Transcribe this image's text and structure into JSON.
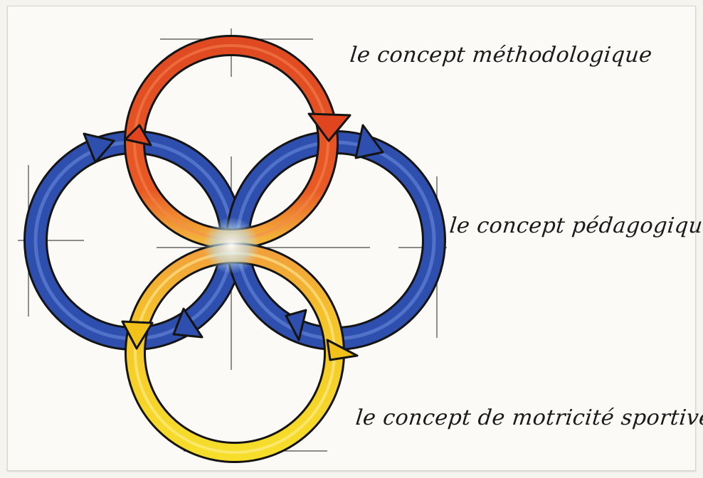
{
  "labels": {
    "methodologique": "le concept méthodologique",
    "pedagogique": "le concept pédagogique",
    "motricite": "le concept de motricité sportive"
  },
  "colors": {
    "red": "#e0451f",
    "blue": "#2f4fae",
    "yellow": "#f2c21a",
    "outline": "#141414"
  }
}
